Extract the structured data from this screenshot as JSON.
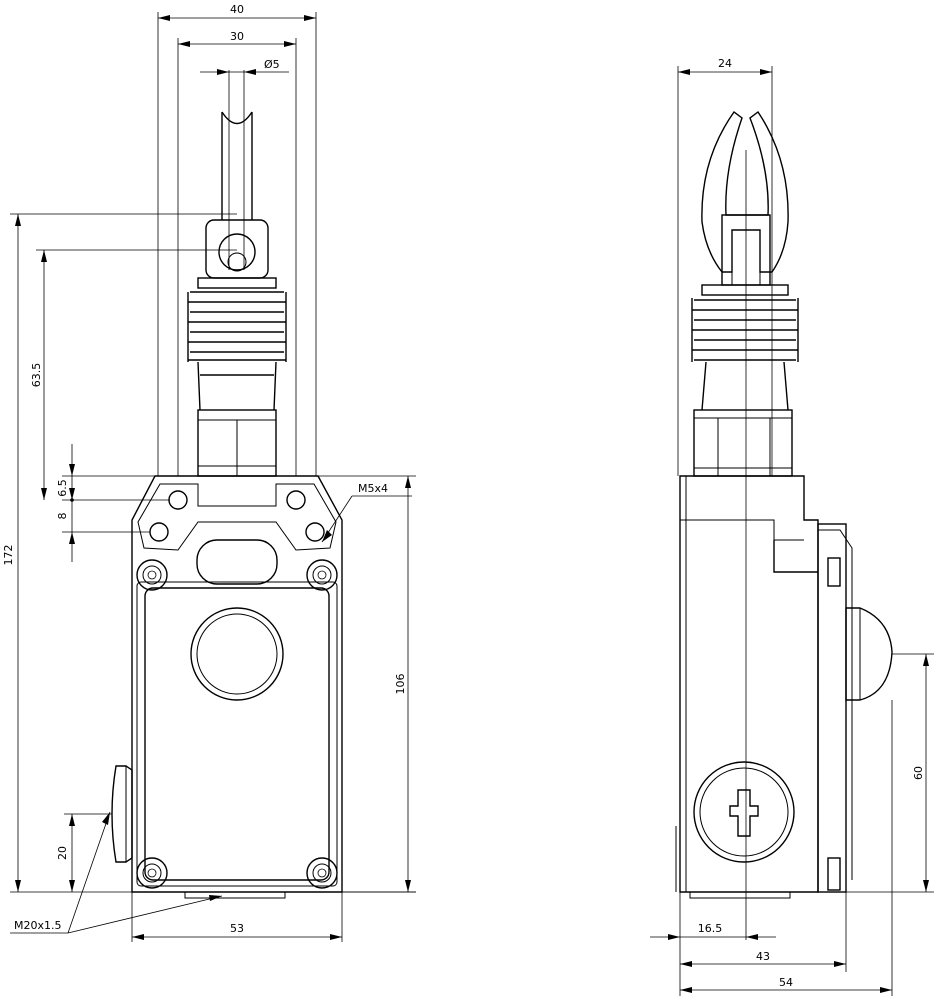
{
  "dimensions": {
    "width_40": "40",
    "width_30": "30",
    "rod_diameter": "Ø5",
    "height_172": "172",
    "height_63_5": "63.5",
    "offset_6_5": "6.5",
    "offset_8": "8",
    "thread_m5": "M5x4",
    "height_106": "106",
    "height_20": "20",
    "thread_m20": "M20x1.5",
    "width_53": "53",
    "side_24": "24",
    "side_60": "60",
    "side_16_5": "16.5",
    "side_43": "43",
    "side_54": "54"
  }
}
